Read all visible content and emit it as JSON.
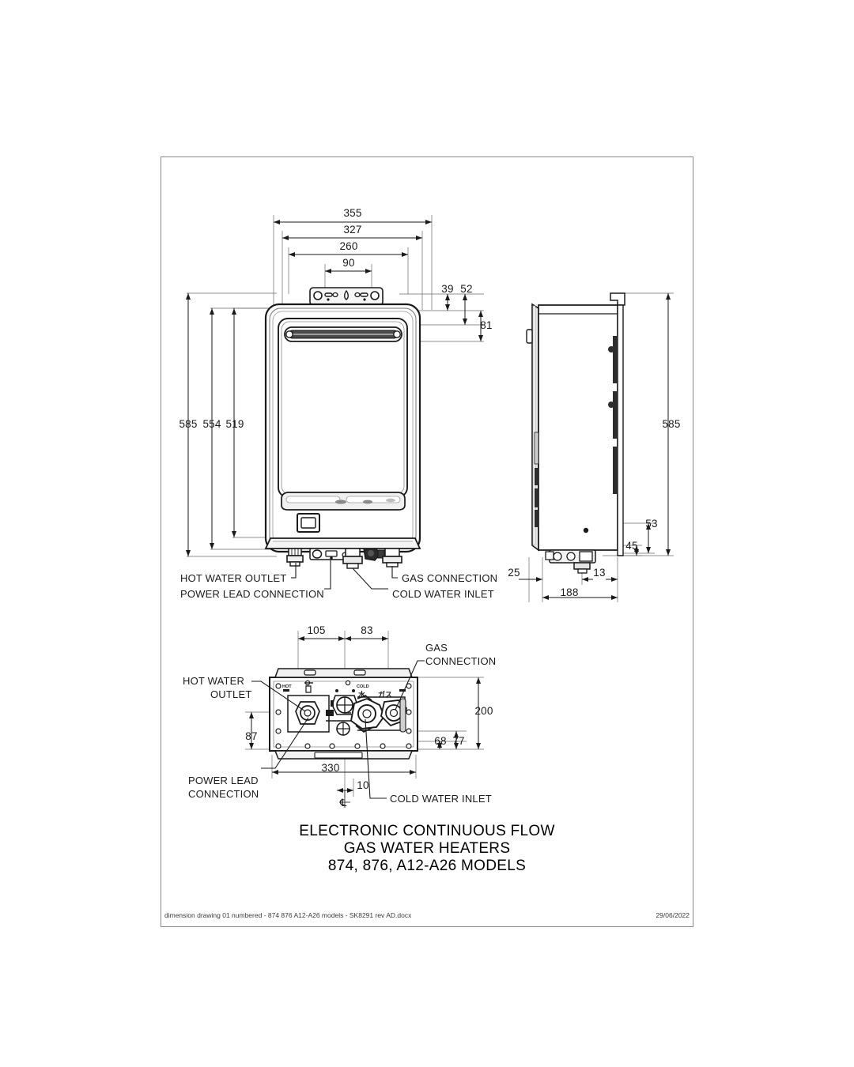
{
  "document": {
    "title_lines": [
      "ELECTRONIC CONTINUOUS FLOW",
      "GAS WATER HEATERS",
      "874, 876, A12-A26 MODELS"
    ],
    "footer_left": "dimension drawing 01 numbered - 874 876 A12-A26 models - SK8291 rev AD.docx",
    "footer_right": "29/06/2022"
  },
  "front_view": {
    "name": "front-elevation",
    "dimensions": {
      "overall_width": "355",
      "bracket_width": "327",
      "mount_width": "260",
      "inner_width": "90",
      "overall_height": "585",
      "body_height": "554",
      "case_height": "519",
      "top_offset_a": "39",
      "top_offset_b": "52",
      "vent_height": "81"
    },
    "callouts": {
      "hot_water_outlet": "HOT WATER OUTLET",
      "power_lead_connection": "POWER LEAD CONNECTION",
      "gas_connection": "GAS CONNECTION",
      "cold_water_inlet": "COLD WATER INLET"
    }
  },
  "side_view": {
    "name": "side-elevation",
    "dimensions": {
      "overall_height": "585",
      "depth": "188",
      "front_offset": "25",
      "rear_offset": "13",
      "pipe_drop_a": "53",
      "pipe_drop_b": "45"
    }
  },
  "bottom_view": {
    "name": "bottom-plan",
    "dimensions": {
      "dim_105": "105",
      "dim_83": "83",
      "dim_200": "200",
      "dim_87": "87",
      "dim_68": "68",
      "dim_77": "77",
      "dim_330": "330",
      "dim_10": "10",
      "centerline_symbol": "℄"
    },
    "callouts": {
      "gas_connection": [
        "GAS",
        "CONNECTION"
      ],
      "hot_water_outlet": [
        "HOT WATER",
        "OUTLET"
      ],
      "power_lead_connection": [
        "POWER LEAD",
        "CONNECTION"
      ],
      "cold_water_inlet": "COLD WATER INLET"
    },
    "plate_marks": {
      "hot": "HOT",
      "cold": "COLD",
      "water_jp": "水",
      "gas_jp": "ガス"
    }
  },
  "colors": {
    "line": "#1a1a1a",
    "thin_line": "#555555",
    "border": "#8a8a8a",
    "shade": "#d8d8d8",
    "dark_shade": "#4a4a4a",
    "page_bg": "#ffffff"
  }
}
